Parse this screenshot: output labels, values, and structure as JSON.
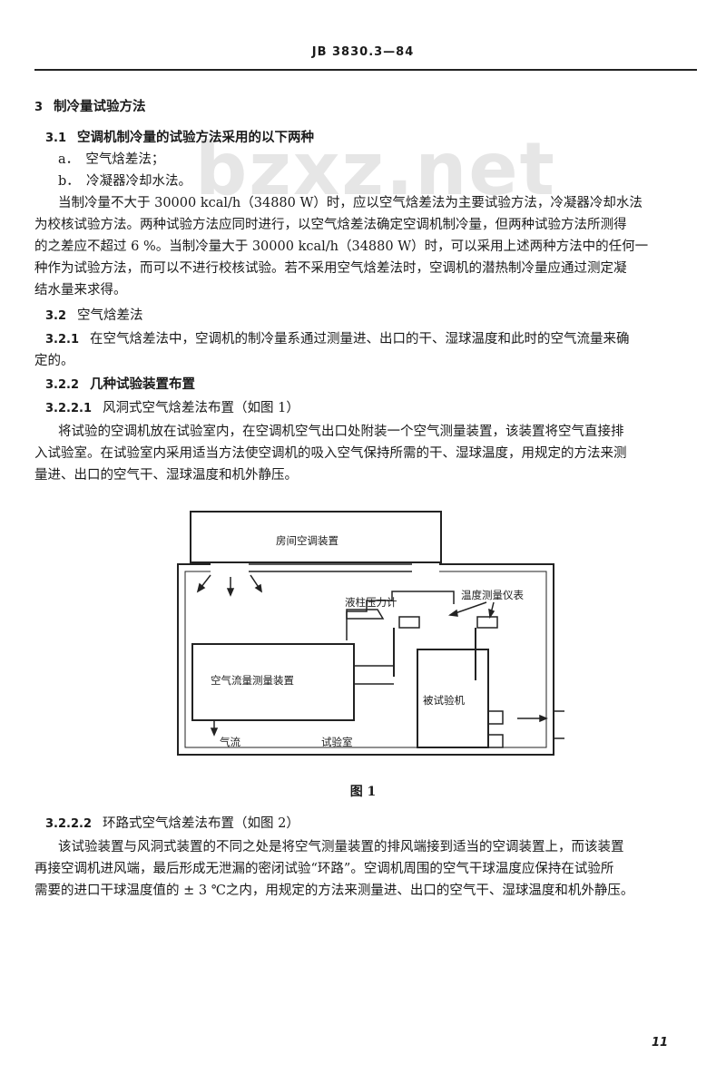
{
  "header": {
    "code": "JB 3830.3—84"
  },
  "watermark": "bzxz.net",
  "sec3": {
    "num": "3",
    "title": "制冷量试验方法"
  },
  "sec3_1": {
    "num": "3.1",
    "title": "空调机制冷量的试验方法采用的以下两种",
    "item_a": "a．　空气焓差法；",
    "item_b": "b．　冷凝器冷却水法。",
    "para": [
      "当制冷量不大于 30000 kcal/h（34880 W）时，应以空气焓差法为主要试验方法，冷凝器冷却水法",
      "为校核试验方法。两种试验方法应同时进行，以空气焓差法确定空调机制冷量，但两种试验方法所测得",
      "的之差应不超过 6 %。当制冷量大于 30000 kcal/h（34880 W）时，可以采用上述两种方法中的任何一",
      "种作为试验方法，而可以不进行校核试验。若不采用空气焓差法时，空调机的潜热制冷量应通过测定凝",
      "结水量来求得。"
    ]
  },
  "sec3_2": {
    "num": "3.2",
    "title": "空气焓差法"
  },
  "sec3_2_1": {
    "num": "3.2.1",
    "lines": [
      "在空气焓差法中，空调机的制冷量系通过测量进、出口的干、湿球温度和此时的空气流量来确",
      "定的。"
    ]
  },
  "sec3_2_2": {
    "num": "3.2.2",
    "title": "几种试验装置布置"
  },
  "sec3_2_2_1": {
    "num": "3.2.2.1",
    "title": "风洞式空气焓差法布置（如图 1）",
    "para": [
      "将试验的空调机放在试验室内，在空调机空气出口处附装一个空气测量装置，该装置将空气直接排",
      "入试验室。在试验室内采用适当方法使空调机的吸入空气保持所需的干、湿球温度，用规定的方法来测",
      "量进、出口的空气干、湿球温度和机外静压。"
    ]
  },
  "figure1": {
    "room_ac": "房间空调装置",
    "manometer": "液柱压力计",
    "temp_instrument": "温度测量仪表",
    "flow_device": "空气流量测量装置",
    "unit_under_test": "被试验机",
    "airflow": "气流",
    "test_room": "试验室",
    "caption": "图 1"
  },
  "sec3_2_2_2": {
    "num": "3.2.2.2",
    "title": "环路式空气焓差法布置（如图 2）",
    "para": [
      "该试验装置与风洞式装置的不同之处是将空气测量装置的排风端接到适当的空调装置上，而该装置",
      "再接空调机进风端，最后形成无泄漏的密闭试验“环路”。空调机周围的空气干球温度应保持在试验所",
      "需要的进口干球温度值的 ± 3 ℃之内，用规定的方法来测量进、出口的空气干、湿球温度和机外静压。"
    ]
  },
  "footer": {
    "page": "11"
  }
}
